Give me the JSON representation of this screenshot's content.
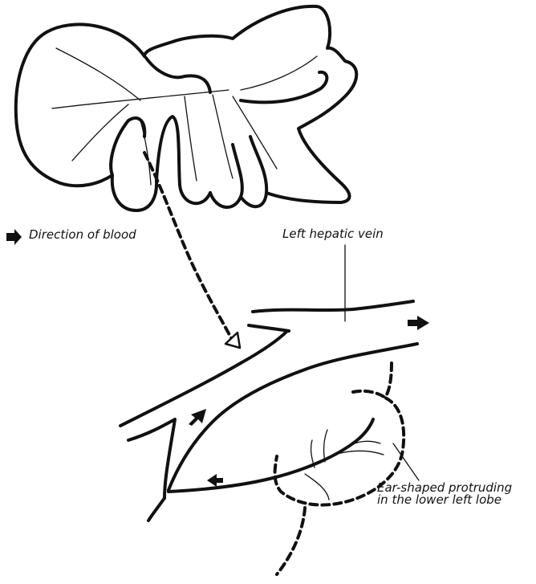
{
  "legend": {
    "icon": "filled-arrow-right-icon",
    "label": "Direction of blood"
  },
  "labels": {
    "left_hepatic_vein": "Left hepatic vein",
    "ear_line1": "Ear-shaped protruding",
    "ear_line2": "in the lower left lobe"
  },
  "colors": {
    "ink": "#111111",
    "background": "#ffffff"
  }
}
